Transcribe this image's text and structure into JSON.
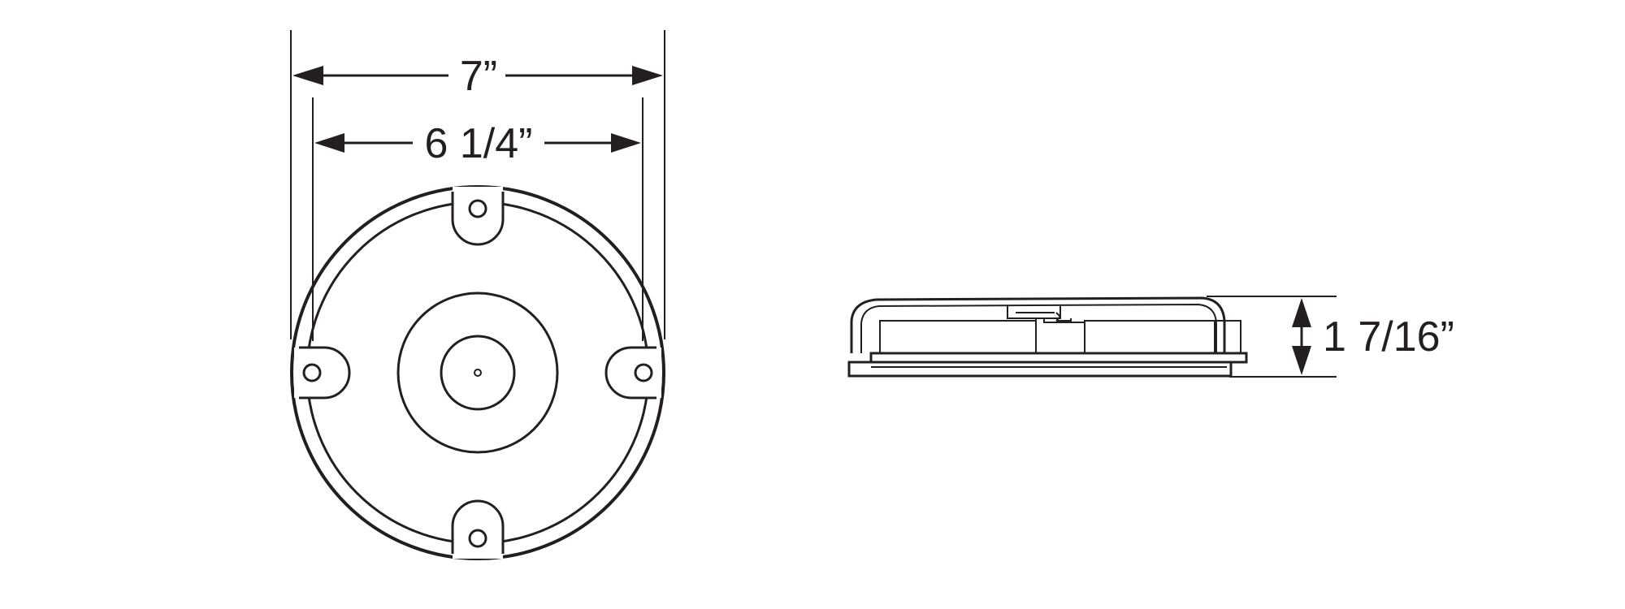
{
  "dimensions": {
    "outer_diameter": "7”",
    "mounting_diameter": "6 1/4”",
    "height": "1 7/16”"
  },
  "colors": {
    "line": "#231f20",
    "background": "#ffffff"
  }
}
